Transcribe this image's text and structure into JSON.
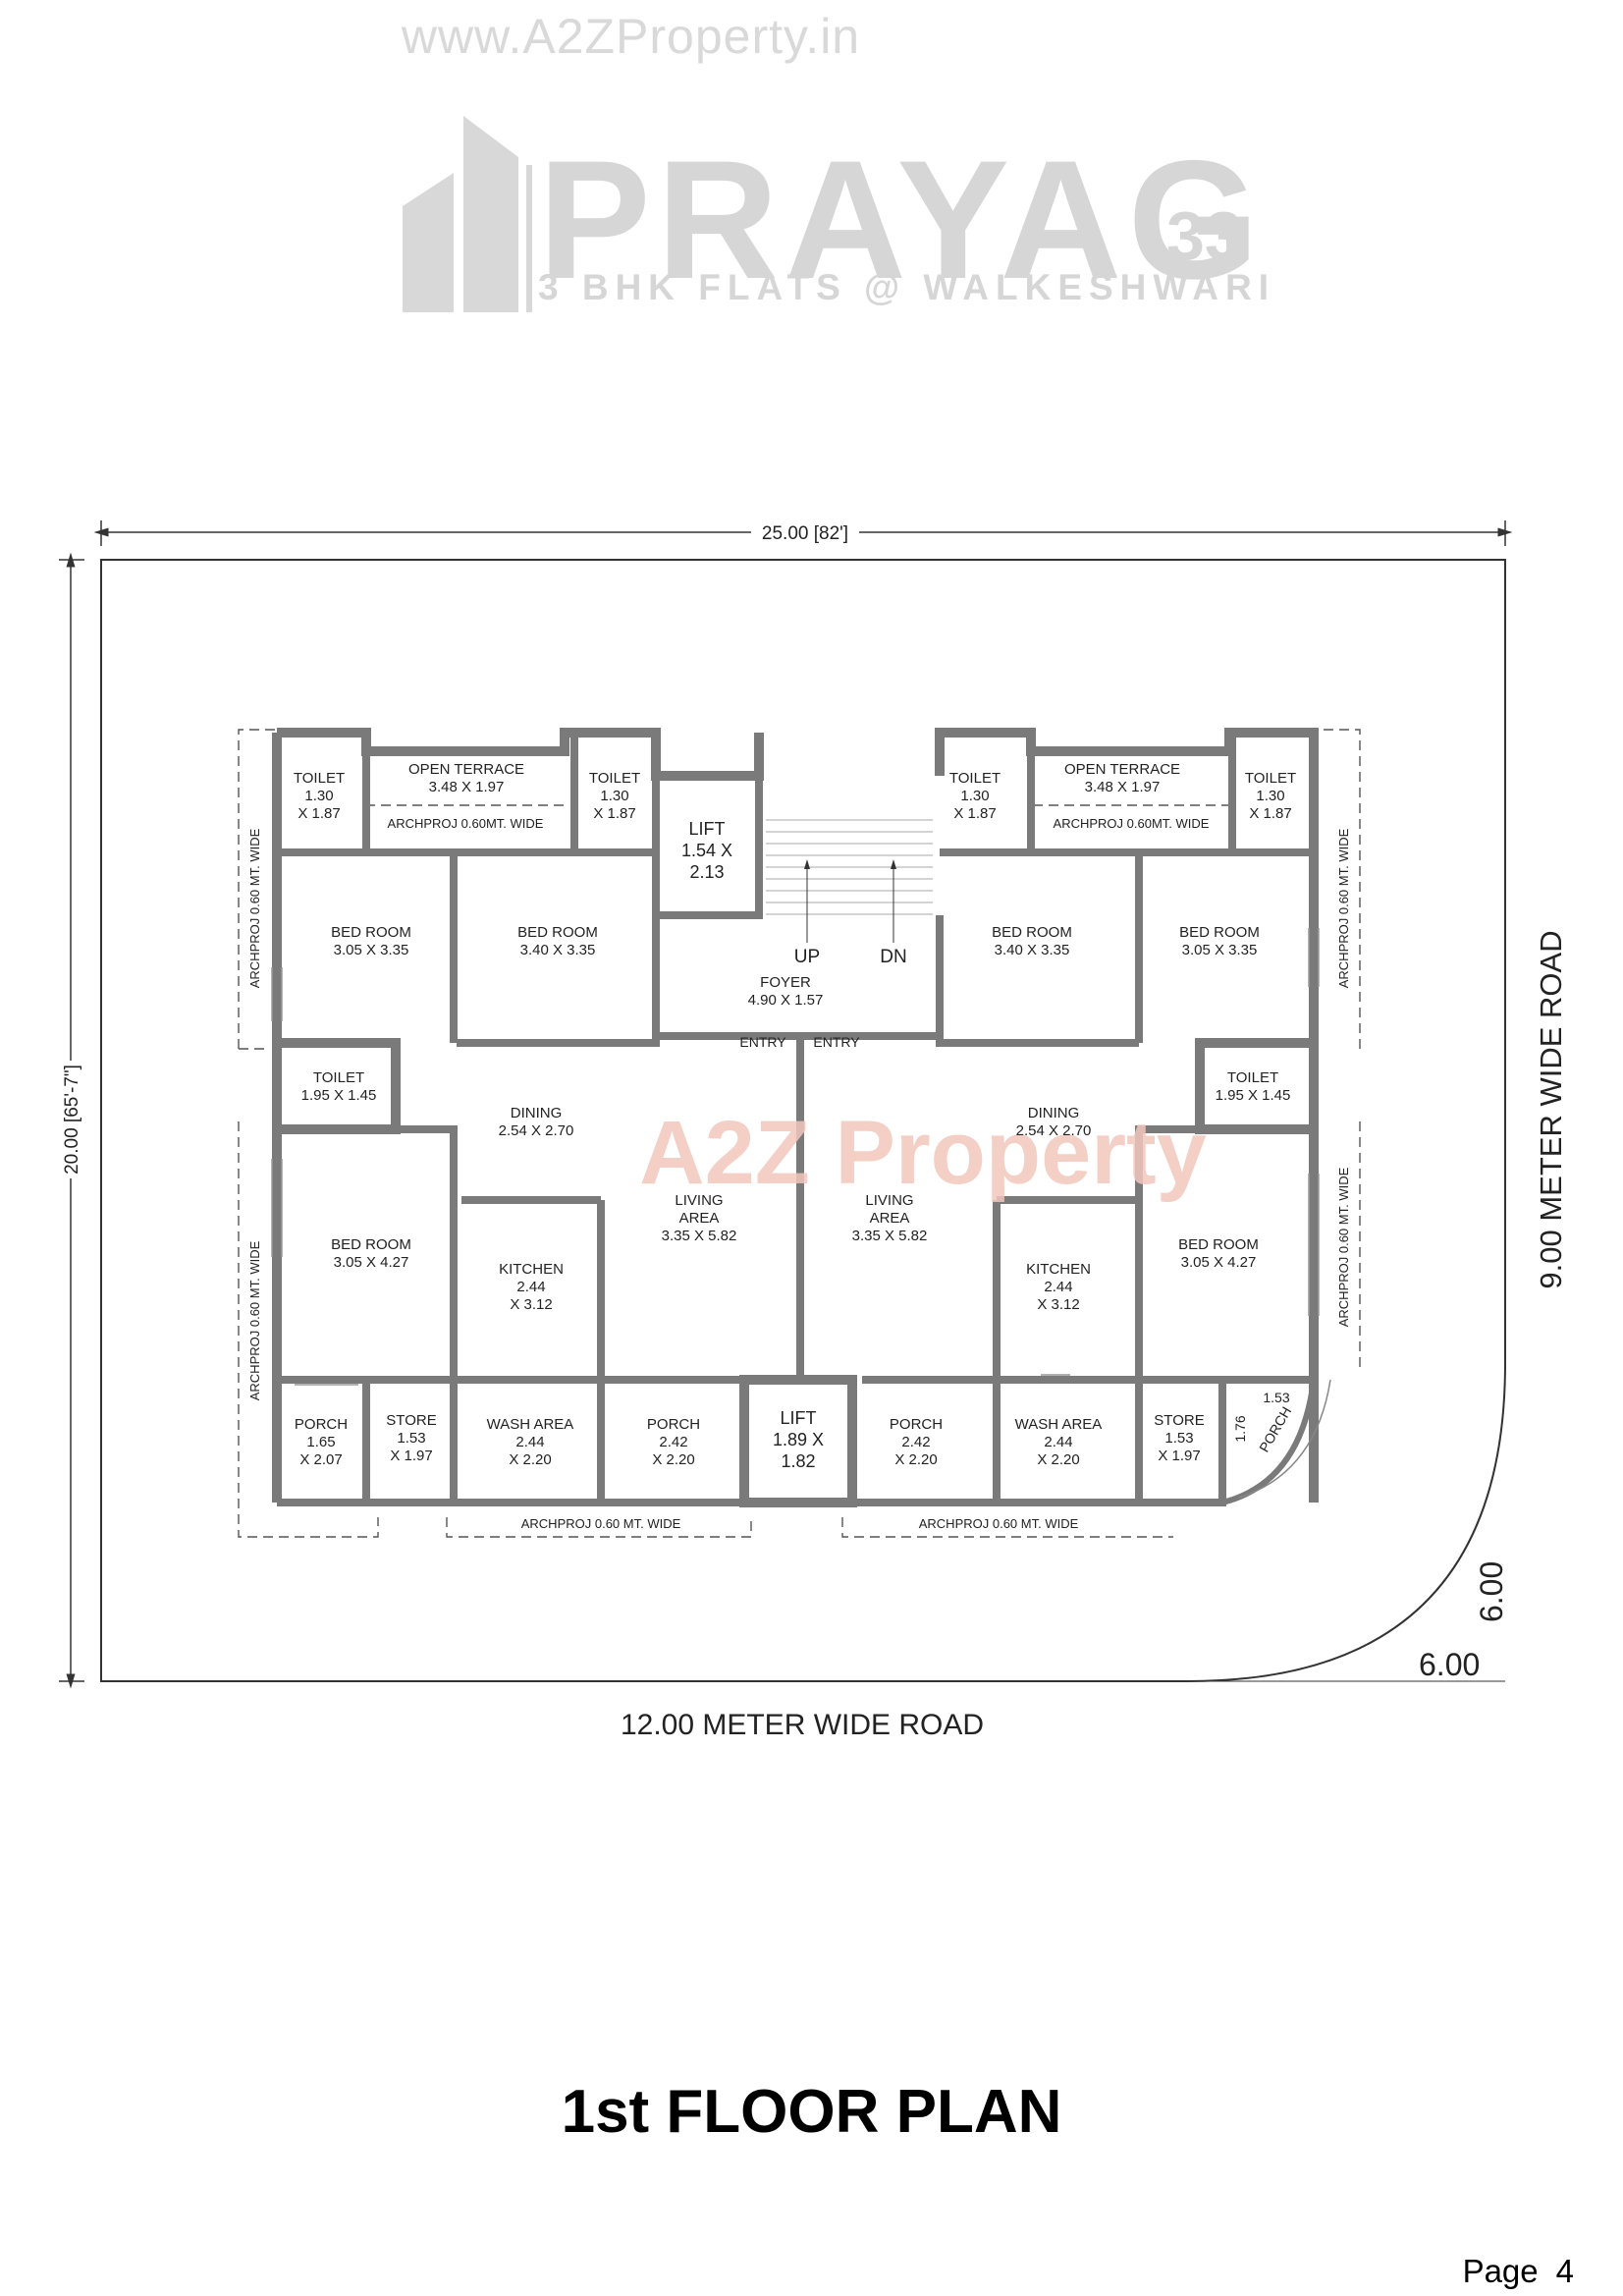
{
  "watermark_url": "www.A2ZProperty.in",
  "logo": {
    "word": "PRAYAG",
    "number": "33",
    "tagline": "3 BHK FLATS @ WALKESHWARI"
  },
  "watermark_brand": "A2Z Property",
  "dimensions": {
    "width": "25.00 [82']",
    "height": "20.00 [65'-7\"]",
    "corner_a": "6.00",
    "corner_b": "6.00"
  },
  "roads": {
    "bottom": "12.00 METER WIDE ROAD",
    "right": "9.00 METER WIDE ROAD"
  },
  "projections": {
    "horizontal": "ARCHPROJ 0.60MT. WIDE",
    "bottom": "ARCHPROJ 0.60 MT. WIDE",
    "side": "ARCHPROJ 0.60 MT. WIDE"
  },
  "rooms": {
    "toilet_130": [
      "TOILET",
      "1.30",
      "X 1.87"
    ],
    "open_terrace": [
      "OPEN TERRACE",
      "3.48 X 1.97"
    ],
    "lift_top": [
      "LIFT",
      "1.54 X",
      "2.13"
    ],
    "bed_305_335": [
      "BED ROOM",
      "3.05 X 3.35"
    ],
    "bed_340_335": [
      "BED ROOM",
      "3.40 X 3.35"
    ],
    "stairs": {
      "up": "UP",
      "dn": "DN"
    },
    "foyer": [
      "FOYER",
      "4.90 X 1.57"
    ],
    "entry": "ENTRY",
    "toilet_195": [
      "TOILET",
      "1.95 X 1.45"
    ],
    "dining": [
      "DINING",
      "2.54 X 2.70"
    ],
    "living": [
      "LIVING",
      "AREA",
      "3.35 X 5.82"
    ],
    "bed_305_427": [
      "BED ROOM",
      "3.05 X 4.27"
    ],
    "kitchen": [
      "KITCHEN",
      "2.44",
      "X 3.12"
    ],
    "porch_left": [
      "PORCH",
      "1.65",
      "X 2.07"
    ],
    "store": [
      "STORE",
      "1.53",
      "X 1.97"
    ],
    "wash": [
      "WASH AREA",
      "2.44",
      "X 2.20"
    ],
    "porch_mid": [
      "PORCH",
      "2.42",
      "X 2.20"
    ],
    "lift_bottom": [
      "LIFT",
      "1.89 X",
      "1.82"
    ],
    "porch_corner": [
      "1.53",
      "1.76",
      "PORCH"
    ]
  },
  "title": "1st FLOOR PLAN",
  "page": {
    "label": "Page",
    "number": "4"
  }
}
